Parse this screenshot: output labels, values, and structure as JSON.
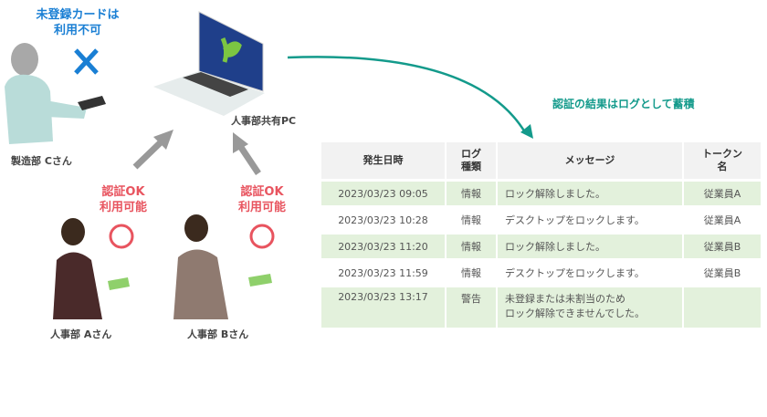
{
  "labels": {
    "unregistered_line1": "未登録カードは",
    "unregistered_line2": "利用不可",
    "person_c": "製造部 Cさん",
    "person_a": "人事部 Aさん",
    "person_b": "人事部 Bさん",
    "shared_pc": "人事部共有PC",
    "auth_ok_line1": "認証OK",
    "auth_ok_line2": "利用可能",
    "log_caption": "認証の結果はログとして蓄積"
  },
  "colors": {
    "blue": "#1a7fd4",
    "red": "#e8545f",
    "teal": "#139a8b",
    "row_green": "#e3f1dc"
  },
  "table": {
    "headers": [
      "発生日時",
      "ログ\n種類",
      "メッセージ",
      "トークン\n名"
    ],
    "rows": [
      {
        "date": "2023/03/23 09:05",
        "type": "情報",
        "message": "ロック解除しました。",
        "token": "従業員A"
      },
      {
        "date": "2023/03/23 10:28",
        "type": "情報",
        "message": "デスクトップをロックします。",
        "token": "従業員A"
      },
      {
        "date": "2023/03/23 11:20",
        "type": "情報",
        "message": "ロック解除しました。",
        "token": "従業員B"
      },
      {
        "date": "2023/03/23 11:59",
        "type": "情報",
        "message": "デスクトップをロックします。",
        "token": "従業員B"
      },
      {
        "date": "2023/03/23 13:17",
        "type": "警告",
        "message": "未登録または未割当のため\nロック解除できませんでした。",
        "token": ""
      }
    ]
  }
}
